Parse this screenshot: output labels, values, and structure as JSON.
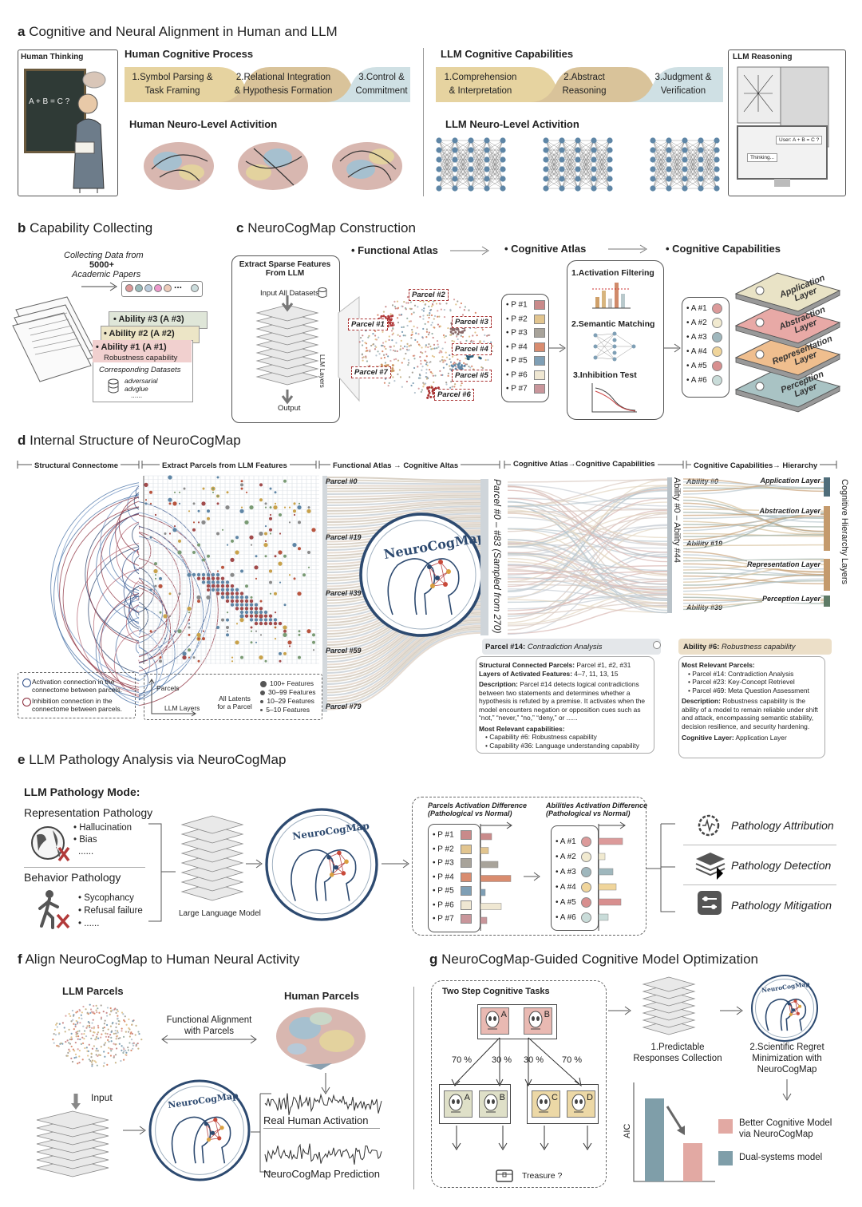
{
  "panel_a": {
    "title_letter": "a",
    "title": "Cognitive and Neural Alignment in Human and LLM",
    "human_thinking_label": "Human Thinking",
    "board_formula": "A + B = C ?",
    "human_process_title": "Human Cognitive Process",
    "human_steps": [
      {
        "line1": "1.Symbol Parsing &",
        "line2": "Task Framing"
      },
      {
        "line1": "2.Relational Integration",
        "line2": "& Hypothesis Formation"
      },
      {
        "line1": "3.Control &",
        "line2": "Commitment"
      }
    ],
    "human_neuro_title": "Human Neuro-Level Activition",
    "llm_cap_title": "LLM Cognitive Capabilities",
    "llm_steps": [
      {
        "line1": "1.Comprehension",
        "line2": "& Interpretation"
      },
      {
        "line1": "2.Abstract",
        "line2": "Reasoning"
      },
      {
        "line1": "3.Judgment &",
        "line2": "Verification"
      }
    ],
    "llm_neuro_title": "LLM Neuro-Level Activition",
    "llm_reasoning_label": "LLM Reasoning",
    "screen_user": "User: A + B = C ?",
    "screen_thinking": "Thinking...",
    "colors": {
      "step1": "#e6d3a0",
      "step2": "#d9c39a",
      "step3": "#cfe0e4"
    }
  },
  "panel_b": {
    "title_letter": "b",
    "title": "Capability Collecting",
    "collect_line1": "Collecting Data from",
    "collect_line2": "5000+",
    "collect_line3": "Academic Papers",
    "abilities": [
      "• Ability #3 (A #3)",
      "• Ability #2 (A #2)",
      "• Ability #1 (A #1)"
    ],
    "robustness": "Robustness capability",
    "datasets_label": "Corresponding Datasets",
    "datasets": [
      "adversarial",
      "advglue",
      "......"
    ],
    "ellipsis": "..."
  },
  "panel_c": {
    "title_letter": "c",
    "title": "NeuroCogMap Construction",
    "functional_atlas": "Functional Atlas",
    "cognitive_atlas": "Cognitive  Atlas",
    "cognitive_capabilities": "Cognitive  Capabilities",
    "extract_title_1": "Extract Sparse Features",
    "extract_title_2": "From LLM",
    "input_all": "Input All Datasets",
    "llm_layers": "LLM Layers",
    "output": "Output",
    "parcels": [
      "Parcel #1",
      "Parcel #2",
      "Parcel #3",
      "Parcel #4",
      "Parcel #5",
      "Parcel #6",
      "Parcel #7"
    ],
    "p_list": [
      "• P #1",
      "• P #2",
      "• P #3",
      "• P #4",
      "• P #5",
      "• P #6",
      "• P #7"
    ],
    "p_colors": [
      "#c98a8a",
      "#e2c58f",
      "#a8a39a",
      "#d98c6f",
      "#7f9fb5",
      "#efe7d2",
      "#c9969b"
    ],
    "steps": [
      "1.Activation Filtering",
      "2.Semantic Matching",
      "3.Inhibition Test"
    ],
    "a_list": [
      "• A #1",
      "• A #2",
      "• A #3",
      "• A #4",
      "• A #5",
      "• A #6"
    ],
    "a_colors": [
      "#dc9a9a",
      "#f1ead0",
      "#9fb7bd",
      "#f0d59b",
      "#d88f8f",
      "#c9dcd9"
    ],
    "layers": [
      "Application Layer",
      "Abstraction Layer",
      "Representation Layer",
      "Perception Layer"
    ],
    "layer_colors": [
      "#e9e3c6",
      "#e8a9a6",
      "#efbe8e",
      "#a9c3c4"
    ]
  },
  "panel_d": {
    "title_letter": "d",
    "title": "Internal Structure of NeuroCogMap",
    "sections": [
      "Structural Connectome",
      "Extract Parcels from LLM Features",
      "Functional Atlas → Cognitive Altas",
      "Cognitive Atlas→Cognitive Capabilities",
      "Cognitive Capabilities→ Hierarchy"
    ],
    "legend_activation": "Activation connection in the connectome between parcels.",
    "legend_inhibition": "Inhibition connection in the connectome between parcels.",
    "axis_parcels": "Parcels",
    "axis_layers": "LLM Layers",
    "all_latents": "All Latents for a Parcel",
    "size_legend": [
      "100+ Features",
      "30–99 Features",
      "10–29 Features",
      "5–10 Features"
    ],
    "parcel_labels": [
      "Parcel #0",
      "Parcel #19",
      "Parcel #39",
      "Parcel #59",
      "Parcel #79"
    ],
    "vertical_parcel": "Parcel #0 – #83 (Sampled from 270)",
    "neurocogmap": "NeuroCogMap",
    "ability_labels": [
      "Ability #0",
      "Ability #19",
      "Ability #39"
    ],
    "vertical_ability": "Ability #0 – Ability #44",
    "hierarchy_layers": [
      "Application Layer",
      "Abstraction Layer",
      "Representation Layer",
      "Perception Layer"
    ],
    "vertical_hierarchy": "Cognitive Hierarchy Layers",
    "parcel_card": {
      "header_id": "Parcel #14:",
      "header_name": "Contradiction Analysis",
      "scp_label": "Structural Connected Parcels:",
      "scp_value": " Parcel #1, #2, #31",
      "laf_label": "Layers of Activated Features:",
      "laf_value": " 4–7, 11, 13, 15",
      "desc_label": "Description:",
      "desc_value": " Parcel #14 detects logical contradictions between two statements and determines whether a hypothesis is refuted by a premise. It activates when the model encounters negation or opposition cues such as “not,” “never,” “no,” “deny,” or ......",
      "rel_label": "Most Relevant capabilities:",
      "rel_items": [
        "Capability #6: Robustness capability",
        "Capability #36: Language understanding capability"
      ]
    },
    "ability_card": {
      "header_id": "Ability #6:",
      "header_name": "Robustness capability",
      "rel_label": "Most Relevant Parcels:",
      "rel_items": [
        "Parcel #14: Contradiction Analysis",
        "Parcel #23: Key-Concept Retrievel",
        "Parcel #69: Meta Question Assessment"
      ],
      "desc_label": "Description:",
      "desc_value": " Robustness capability is the ability of a model to remain reliable under shift and attack, encompassing semantic stability, decision resilience, and security hardening.",
      "layer_label": "Cognitive Layer:",
      "layer_value": " Application Layer"
    }
  },
  "panel_e": {
    "title_letter": "e",
    "title": "LLM Pathology Analysis via NeuroCogMap",
    "mode_title": "LLM Pathology Mode:",
    "rep_title": "Representation Pathology",
    "rep_items": [
      "• Hallucination",
      "• Bias",
      "......"
    ],
    "beh_title": "Behavior Pathology",
    "beh_items": [
      "• Sycophancy",
      "• Refusal failure",
      "• ......"
    ],
    "llm_label": "Large Language Model",
    "neurocogmap": "NeuroCogMap",
    "parcels_diff_1": "Parcels Activation Difference",
    "parcels_diff_2": "(Pathological vs Normal)",
    "abil_diff_1": "Abilities Activation Difference",
    "abil_diff_2": "(Pathological vs Normal)",
    "p_list": [
      "• P #1",
      "• P #2",
      "• P #3",
      "• P #4",
      "• P #5",
      "• P #6",
      "• P #7"
    ],
    "a_list": [
      "• A #1",
      "• A #2",
      "• A #3",
      "• A #4",
      "• A #5",
      "• A #6"
    ],
    "outcomes": [
      "Pathology Attribution",
      "Pathology Detection",
      "Pathology Mitigation"
    ]
  },
  "panel_f": {
    "title_letter": "f",
    "title": "Align NeuroCogMap to Human Neural Activity",
    "llm_parcels": "LLM Parcels",
    "human_parcels": "Human Parcels",
    "align_1": "Functional Alignment",
    "align_2": "with Parcels",
    "input": "Input",
    "neurocogmap": "NeuroCogMap",
    "real": "Real Human Activation",
    "pred": "NeuroCogMap Prediction"
  },
  "panel_g": {
    "title_letter": "g",
    "title": "NeuroCogMap-Guided Cognitive Model Optimization",
    "task_title": "Two Step Cognitive Tasks",
    "top_letters": [
      "A",
      "B"
    ],
    "bottom_letters": [
      "A",
      "B",
      "C",
      "D"
    ],
    "probs": [
      "70 %",
      "30 %",
      "30 %",
      "70 %"
    ],
    "treasure": "Treasure ?",
    "step1_1": "1.Predictable",
    "step1_2": "Responses Collection",
    "step2_1": "2.Scientific Regret",
    "step2_2": "Minimization with",
    "step2_3": "NeuroCogMap",
    "neurocogmap": "NeuroCogMap",
    "aic": "AIC",
    "legend": [
      "Better Cognitive Model via NeuroCogMap",
      "Dual-systems model"
    ],
    "legend_line1": "Better Cognitive Model",
    "legend_line2": "via NeuroCogMap",
    "colors": {
      "better": "#e2a9a3",
      "dual": "#7f9ea9"
    }
  }
}
